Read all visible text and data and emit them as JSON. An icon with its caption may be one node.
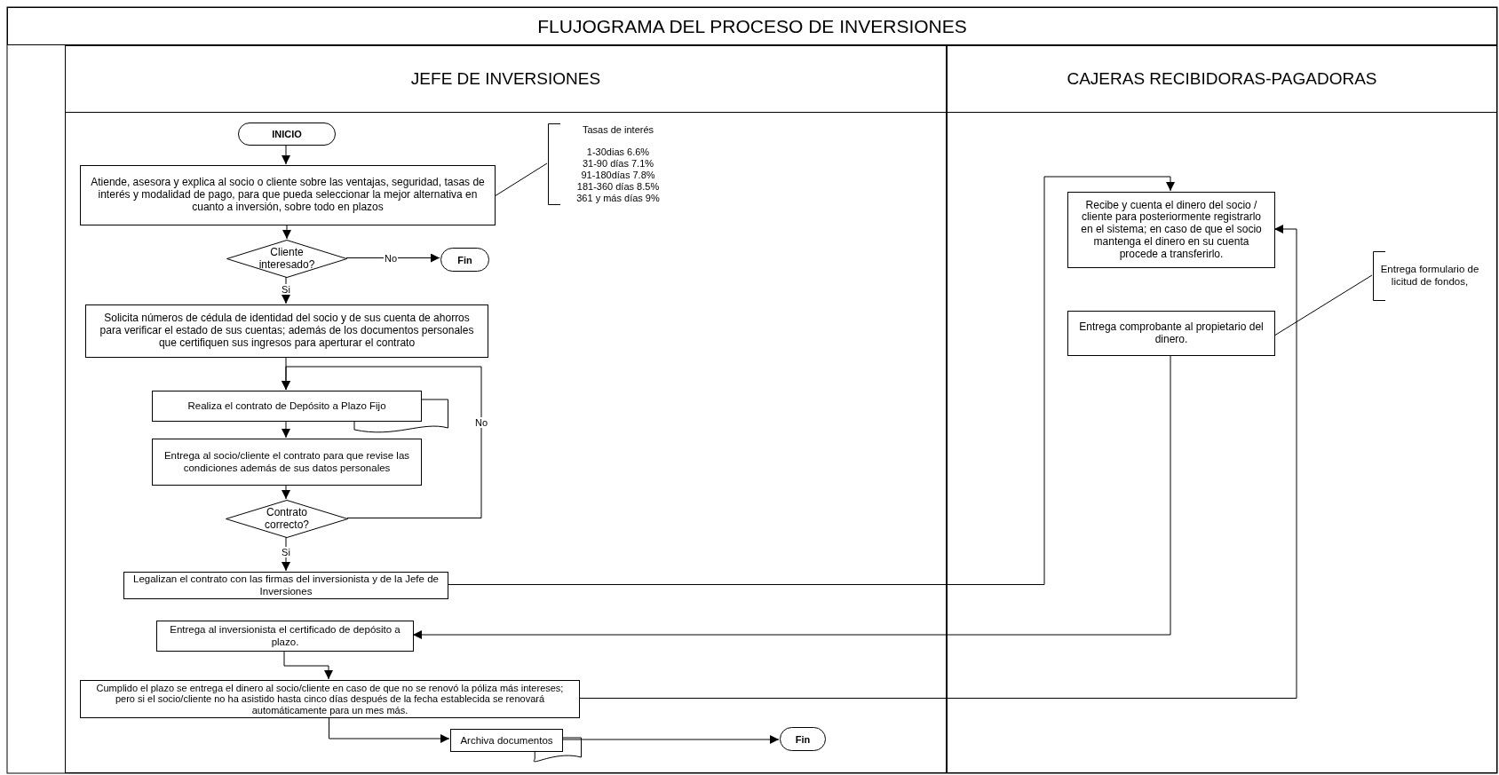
{
  "diagram": {
    "title": "FLUJOGRAMA DEL PROCESO DE INVERSIONES",
    "nodes": [
      {
        "text": [
          "JEFE DE INVERSIONES"
        ]
      },
      {
        "text": [
          "CAJERAS RECIBIDORAS-PAGADORAS"
        ]
      },
      {
        "text": [
          "INICIO"
        ],
        "in": 0
      },
      {
        "text": [
          "Atiende, asesora y explica al socio o cliente sobre las ventajas, seguridad, tasas de interés y modalidad de pago, para que pueda seleccionar la mejor alternativa en cuanto a inversión, sobre todo en plazos"
        ],
        "in": 0
      },
      {
        "text": [
          "Tasas de interés",
          "1-30dias 6.6%",
          "31-90 días 7.1%",
          "91-180días 7.8%",
          "181-360 días 8.5%",
          "361 y más días 9%"
        ],
        "in": 0
      },
      {
        "text": [
          "Cliente interesado?"
        ],
        "in": 0
      },
      {
        "text": [
          "Fin"
        ],
        "in": 0
      },
      {
        "text": [
          "Solicita números de cédula de identidad del socio y de sus cuenta de ahorros para verificar el estado de sus cuentas;  además de los documentos personales que certifiquen sus ingresos para aperturar el contrato"
        ],
        "in": 0
      },
      {
        "text": [
          "Realiza el contrato de Depósito a Plazo Fijo"
        ],
        "in": 0
      },
      {
        "text": [
          "Entrega al socio/cliente el contrato para que revise las condiciones además de sus datos personales"
        ],
        "in": 0
      },
      {
        "text": [
          "Contrato correcto?"
        ],
        "in": 0
      },
      {
        "text": [
          "Legalizan el contrato con las firmas del inversionista y de la Jefe de Inversiones"
        ],
        "in": 0
      },
      {
        "text": [
          "Entrega al inversionista el certificado de depósito a plazo."
        ],
        "in": 0
      },
      {
        "text": [
          "Cumplido el plazo se entrega el dinero al socio/cliente en caso de que no se renovó la póliza más intereses; pero si el socio/cliente no ha asistido hasta cinco días después de la fecha establecida se renovará automáticamente para un mes más."
        ],
        "in": 0
      },
      {
        "text": [
          "Archiva documentos"
        ],
        "in": 0
      },
      {
        "text": [
          "Fin"
        ],
        "in": 0
      },
      {
        "text": [
          "Recibe y cuenta el dinero del socio / cliente para posteriormente registrarlo en el sistema; en caso de que el socio mantenga el dinero en su cuenta procede a transferirlo."
        ],
        "in": 1
      },
      {
        "text": [
          "Entrega comprobante al propietario del dinero."
        ],
        "in": 1
      },
      {
        "text": [
          "Entrega formulario de licitud de fondos,"
        ],
        "in": 1
      }
    ],
    "edges": [
      {
        "from": 2,
        "to": 3,
        "arrow": "to"
      },
      {
        "from": 4,
        "to": 3,
        "arrow": "none"
      },
      {
        "from": 3,
        "to": 5,
        "arrow": "to"
      },
      {
        "from": 5,
        "to": 6,
        "arrow": "to",
        "label": "No"
      },
      {
        "from": 5,
        "to": 7,
        "arrow": "to",
        "label": "Si"
      },
      {
        "from": 7,
        "to": 8,
        "arrow": "to"
      },
      {
        "from": 8,
        "to": 9,
        "arrow": "to"
      },
      {
        "from": 9,
        "to": 10,
        "arrow": "to"
      },
      {
        "from": 10,
        "to": 8,
        "arrow": "to",
        "label": "No"
      },
      {
        "from": 10,
        "to": 11,
        "arrow": "to",
        "label": "Si"
      },
      {
        "from": 11,
        "to": 16,
        "arrow": "to"
      },
      {
        "from": 17,
        "to": 12,
        "arrow": "to"
      },
      {
        "from": 12,
        "to": 13,
        "arrow": "to"
      },
      {
        "from": 13,
        "to": 16,
        "arrow": "to"
      },
      {
        "from": 13,
        "to": 14,
        "arrow": "to"
      },
      {
        "from": 14,
        "to": 15,
        "arrow": "to"
      },
      {
        "from": 18,
        "to": 17,
        "arrow": "none"
      }
    ]
  }
}
